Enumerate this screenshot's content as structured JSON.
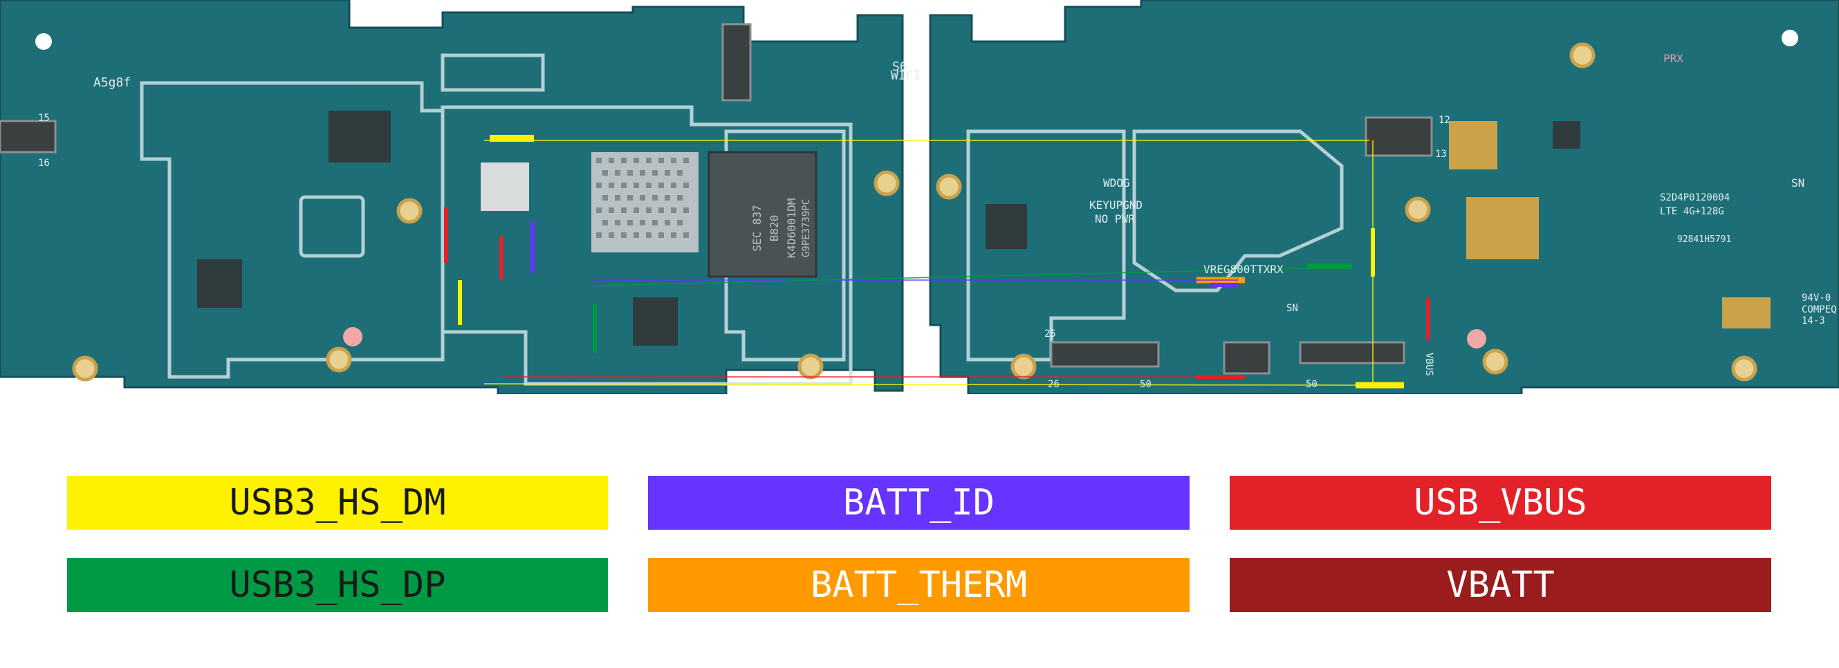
{
  "board": {
    "silkscreen": {
      "a5g8f": "A5g8f",
      "wifi": "WIFI",
      "s6": "S6",
      "soc": [
        "SEC 837",
        "B820",
        "K4D6001DM",
        "G9PE3739PC"
      ],
      "wdog": "WDOG",
      "keyupgnd": "KEYUPGND",
      "nopwr": "NO PWR",
      "vreg": "VREG800TTXRX",
      "sn": "SN",
      "vbus": "VBUS",
      "label1": "S2D4P0120004",
      "label2": "LTE 4G+128G",
      "label3": "92841H5791",
      "label4": "94V-0",
      "label5": "COMPEQ",
      "label6": "14-3",
      "pin15": "15",
      "pin16": "16",
      "pin12": "12",
      "pin13": "13",
      "pin25": "25",
      "pin26": "26",
      "pin50a": "50",
      "pin50b": "50",
      "prx": "PRX"
    },
    "colors": {
      "pcb": "#1e6e78",
      "pcb_dark": "#175a63",
      "silk": "#d8e8ea",
      "pad": "#c9a24a"
    }
  },
  "legend": [
    {
      "label": "USB3_HS_DM",
      "color": "#fff200",
      "text_color": "#1a1a1a"
    },
    {
      "label": "BATT_ID",
      "color": "#6633ff",
      "text_color": "#ffffff"
    },
    {
      "label": "USB_VBUS",
      "color": "#e32129",
      "text_color": "#ffffff"
    },
    {
      "label": "USB3_HS_DP",
      "color": "#009a44",
      "text_color": "#1a1a1a"
    },
    {
      "label": "BATT_THERM",
      "color": "#ff9900",
      "text_color": "#ffffff"
    },
    {
      "label": "VBATT",
      "color": "#9b1c1c",
      "text_color": "#ffffff"
    }
  ]
}
